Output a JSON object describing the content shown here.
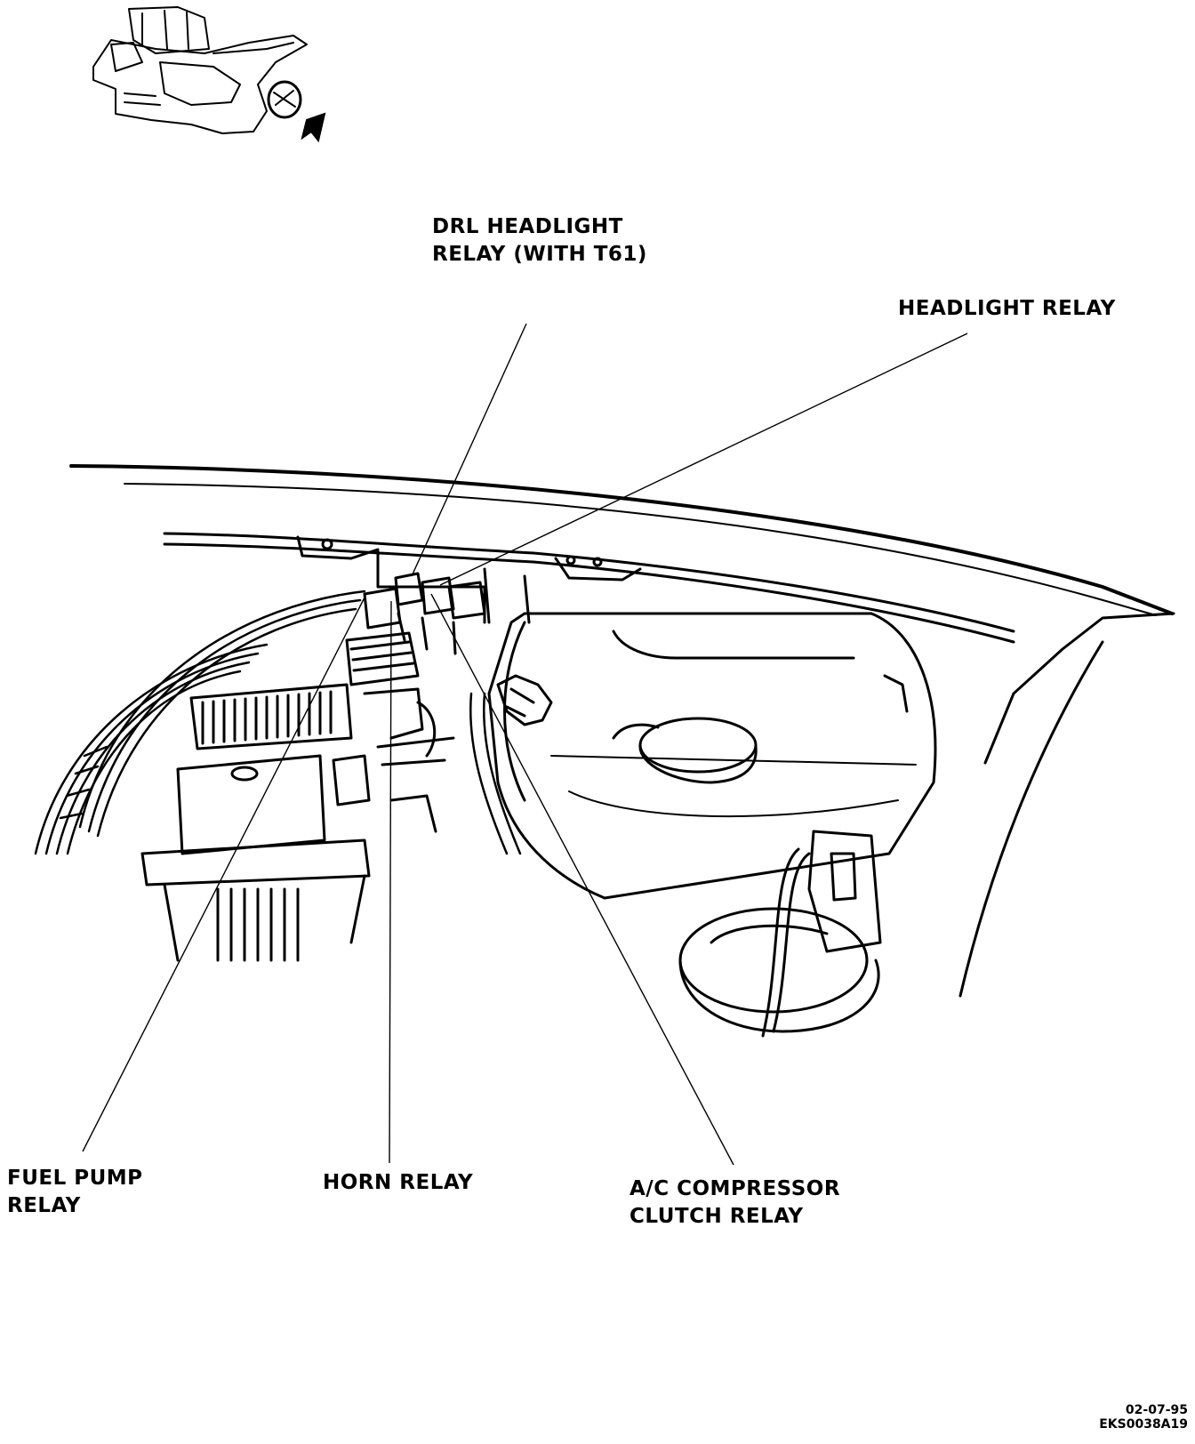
{
  "callouts": {
    "drl_headlight_relay": [
      "DRL HEADLIGHT",
      "RELAY (WITH T61)"
    ],
    "headlight_relay": [
      "HEADLIGHT RELAY"
    ],
    "fuel_pump_relay": [
      "FUEL PUMP",
      "RELAY"
    ],
    "horn_relay": [
      "HORN RELAY"
    ],
    "ac_compressor_clutch_relay": [
      "A/C COMPRESSOR",
      "CLUTCH RELAY"
    ]
  },
  "figure_codes": [
    "02-07-95",
    "EKS0038A19"
  ],
  "colors": {
    "ink": "#000000",
    "paper": "#ffffff"
  }
}
